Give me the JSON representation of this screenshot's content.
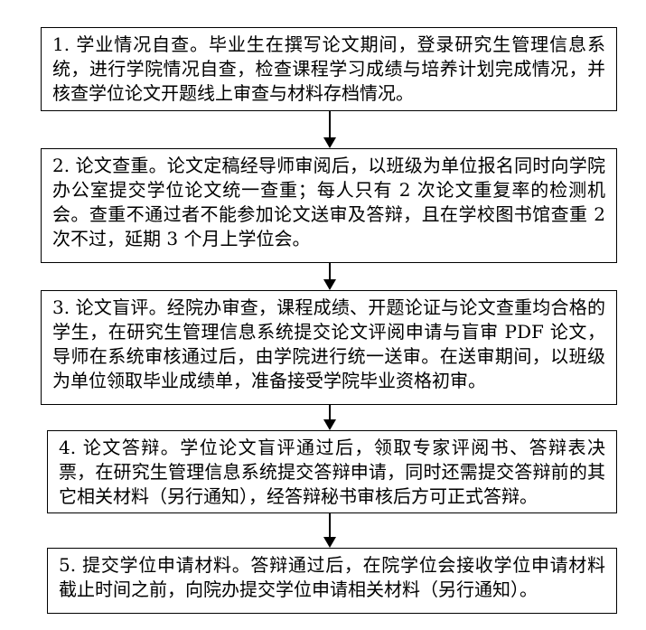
{
  "page": {
    "background_color": "#ffffff",
    "border_color": "#000000",
    "text_color": "#000000"
  },
  "flowchart": {
    "direction": "top-to-bottom",
    "steps": [
      {
        "id": 1,
        "title": "学业情况自查",
        "text": "1. 学业情况自查。毕业生在撰写论文期间，登录研究生管理信息系统，进行学院情况自查，检查课程学习成绩与培养计划完成情况，并核查学位论文开题线上审查与材料存档情况。"
      },
      {
        "id": 2,
        "title": "论文查重",
        "text": "2. 论文查重。论文定稿经导师审阅后，以班级为单位报名同时向学院办公室提交学位论文统一查重；每人只有 2 次论文重复率的检测机会。查重不通过者不能参加论文送审及答辩，且在学校图书馆查重 2 次不过，延期 3 个月上学位会。"
      },
      {
        "id": 3,
        "title": "论文盲评",
        "text": "3. 论文盲评。经院办审查，课程成绩、开题论证与论文查重均合格的学生，在研究生管理信息系统提交论文评阅申请与盲审 PDF 论文，导师在系统审核通过后，由学院进行统一送审。在送审期间，以班级为单位领取毕业成绩单，准备接受学院毕业资格初审。"
      },
      {
        "id": 4,
        "title": "论文答辩",
        "text": "4. 论文答辩。学位论文盲评通过后，领取专家评阅书、答辩表决票，在研究生管理信息系统提交答辩申请，同时还需提交答辩前的其它相关材料（另行通知），经答辩秘书审核后方可正式答辩。"
      },
      {
        "id": 5,
        "title": "提交学位申请材料",
        "text": "5. 提交学位申请材料。答辩通过后，在院学位会接收学位申请材料截止时间之前，向院办提交学位申请相关材料（另行通知）。"
      }
    ]
  }
}
